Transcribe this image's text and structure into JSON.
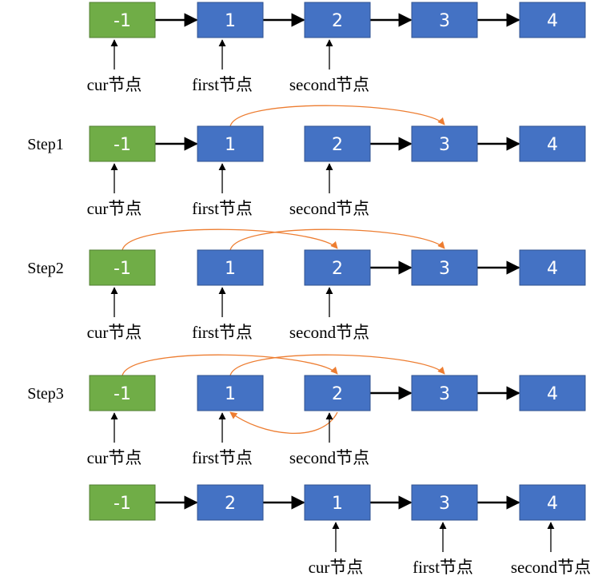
{
  "colors": {
    "green": "#70AD47",
    "green_border": "#507E32",
    "blue": "#4472C4",
    "blue_border": "#2F528F",
    "orange": "#ED7D31",
    "black": "#000000"
  },
  "rows": [
    {
      "step": "",
      "nodes": [
        {
          "value": "-1",
          "color": "green"
        },
        {
          "value": "1",
          "color": "blue"
        },
        {
          "value": "2",
          "color": "blue"
        },
        {
          "value": "3",
          "color": "blue"
        },
        {
          "value": "4",
          "color": "blue"
        }
      ],
      "links": [
        [
          0,
          1
        ],
        [
          1,
          2
        ],
        [
          2,
          3
        ],
        [
          3,
          4
        ]
      ],
      "curves": [],
      "pointers": [
        {
          "label": "cur节点",
          "node": 0
        },
        {
          "label": "first节点",
          "node": 1
        },
        {
          "label": "second节点",
          "node": 2
        }
      ]
    },
    {
      "step": "Step1",
      "nodes": [
        {
          "value": "-1",
          "color": "green"
        },
        {
          "value": "1",
          "color": "blue"
        },
        {
          "value": "2",
          "color": "blue"
        },
        {
          "value": "3",
          "color": "blue"
        },
        {
          "value": "4",
          "color": "blue"
        }
      ],
      "links": [
        [
          0,
          1
        ],
        [
          2,
          3
        ],
        [
          3,
          4
        ]
      ],
      "curves": [
        {
          "from": 1,
          "to": 3,
          "side": "top"
        }
      ],
      "pointers": [
        {
          "label": "cur节点",
          "node": 0
        },
        {
          "label": "first节点",
          "node": 1
        },
        {
          "label": "second节点",
          "node": 2
        }
      ]
    },
    {
      "step": "Step2",
      "nodes": [
        {
          "value": "-1",
          "color": "green"
        },
        {
          "value": "1",
          "color": "blue"
        },
        {
          "value": "2",
          "color": "blue"
        },
        {
          "value": "3",
          "color": "blue"
        },
        {
          "value": "4",
          "color": "blue"
        }
      ],
      "links": [
        [
          2,
          3
        ],
        [
          3,
          4
        ]
      ],
      "curves": [
        {
          "from": 0,
          "to": 2,
          "side": "top"
        },
        {
          "from": 1,
          "to": 3,
          "side": "top"
        }
      ],
      "pointers": [
        {
          "label": "cur节点",
          "node": 0
        },
        {
          "label": "first节点",
          "node": 1
        },
        {
          "label": "second节点",
          "node": 2
        }
      ]
    },
    {
      "step": "Step3",
      "nodes": [
        {
          "value": "-1",
          "color": "green"
        },
        {
          "value": "1",
          "color": "blue"
        },
        {
          "value": "2",
          "color": "blue"
        },
        {
          "value": "3",
          "color": "blue"
        },
        {
          "value": "4",
          "color": "blue"
        }
      ],
      "links": [
        [
          2,
          3
        ],
        [
          3,
          4
        ]
      ],
      "curves": [
        {
          "from": 0,
          "to": 2,
          "side": "top"
        },
        {
          "from": 1,
          "to": 3,
          "side": "top"
        },
        {
          "from": 2,
          "to": 1,
          "side": "bottom"
        }
      ],
      "pointers": [
        {
          "label": "cur节点",
          "node": 0
        },
        {
          "label": "first节点",
          "node": 1
        },
        {
          "label": "second节点",
          "node": 2
        }
      ]
    },
    {
      "step": "",
      "nodes": [
        {
          "value": "-1",
          "color": "green"
        },
        {
          "value": "2",
          "color": "blue"
        },
        {
          "value": "1",
          "color": "blue"
        },
        {
          "value": "3",
          "color": "blue"
        },
        {
          "value": "4",
          "color": "blue"
        }
      ],
      "links": [
        [
          0,
          1
        ],
        [
          1,
          2
        ],
        [
          2,
          3
        ],
        [
          3,
          4
        ]
      ],
      "curves": [],
      "pointers": [
        {
          "label": "cur节点",
          "node": 2
        },
        {
          "label": "first节点",
          "node": 3
        },
        {
          "label": "second节点",
          "node": 4
        }
      ]
    }
  ]
}
